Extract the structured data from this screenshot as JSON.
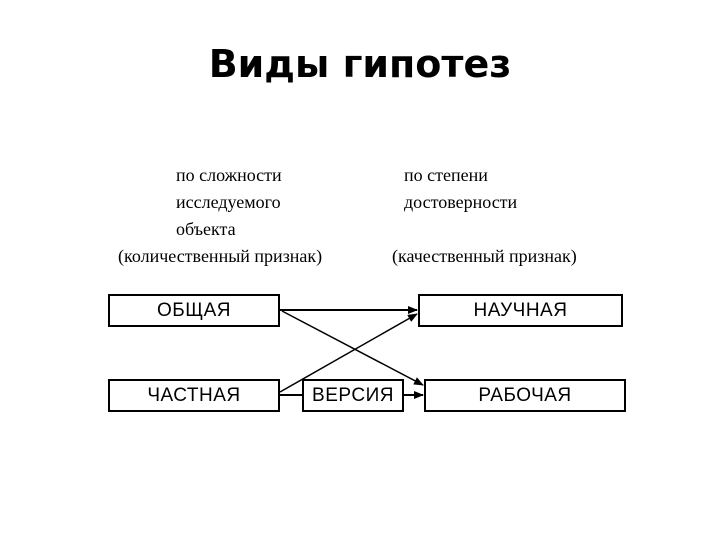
{
  "title": "Виды гипотез",
  "criteria": {
    "left": {
      "lines": [
        "по сложности",
        "исследуемого",
        "объекта"
      ],
      "note": "(количественный признак)"
    },
    "right": {
      "lines": [
        "по степени",
        "достоверности"
      ],
      "note": "(качественный признак)"
    }
  },
  "boxes": {
    "general": "ОБЩАЯ",
    "scientific": "НАУЧНАЯ",
    "partial": "ЧАСТНАЯ",
    "version": "ВЕРСИЯ",
    "working": "РАБОЧАЯ"
  }
}
